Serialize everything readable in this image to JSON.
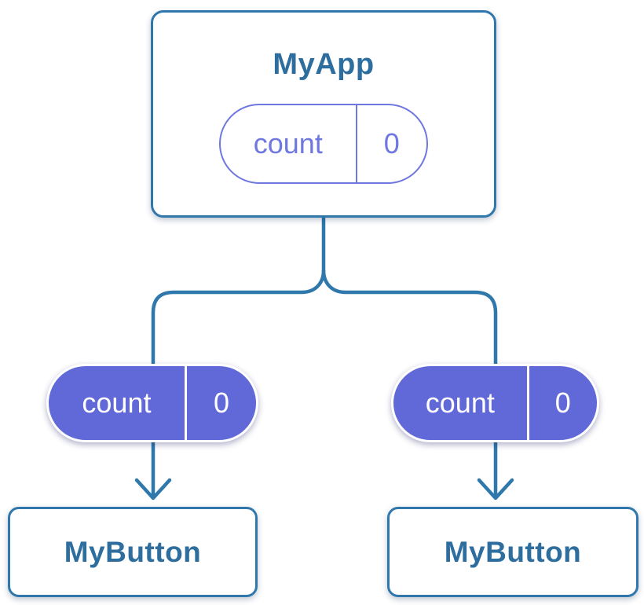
{
  "colors": {
    "canvas-bg": "#ffffff",
    "line": "#2E78AC",
    "box-border": "#3078AC",
    "title-text": "#2D6E9E",
    "purple": "#6169D9",
    "purple-light": "#6F77E0",
    "pill-text-light": "#FFFFFF"
  },
  "root": {
    "title": "MyApp",
    "prop_name": "count",
    "prop_value": "0"
  },
  "children": [
    {
      "title": "MyButton",
      "prop_name": "count",
      "prop_value": "0"
    },
    {
      "title": "MyButton",
      "prop_name": "count",
      "prop_value": "0"
    }
  ]
}
